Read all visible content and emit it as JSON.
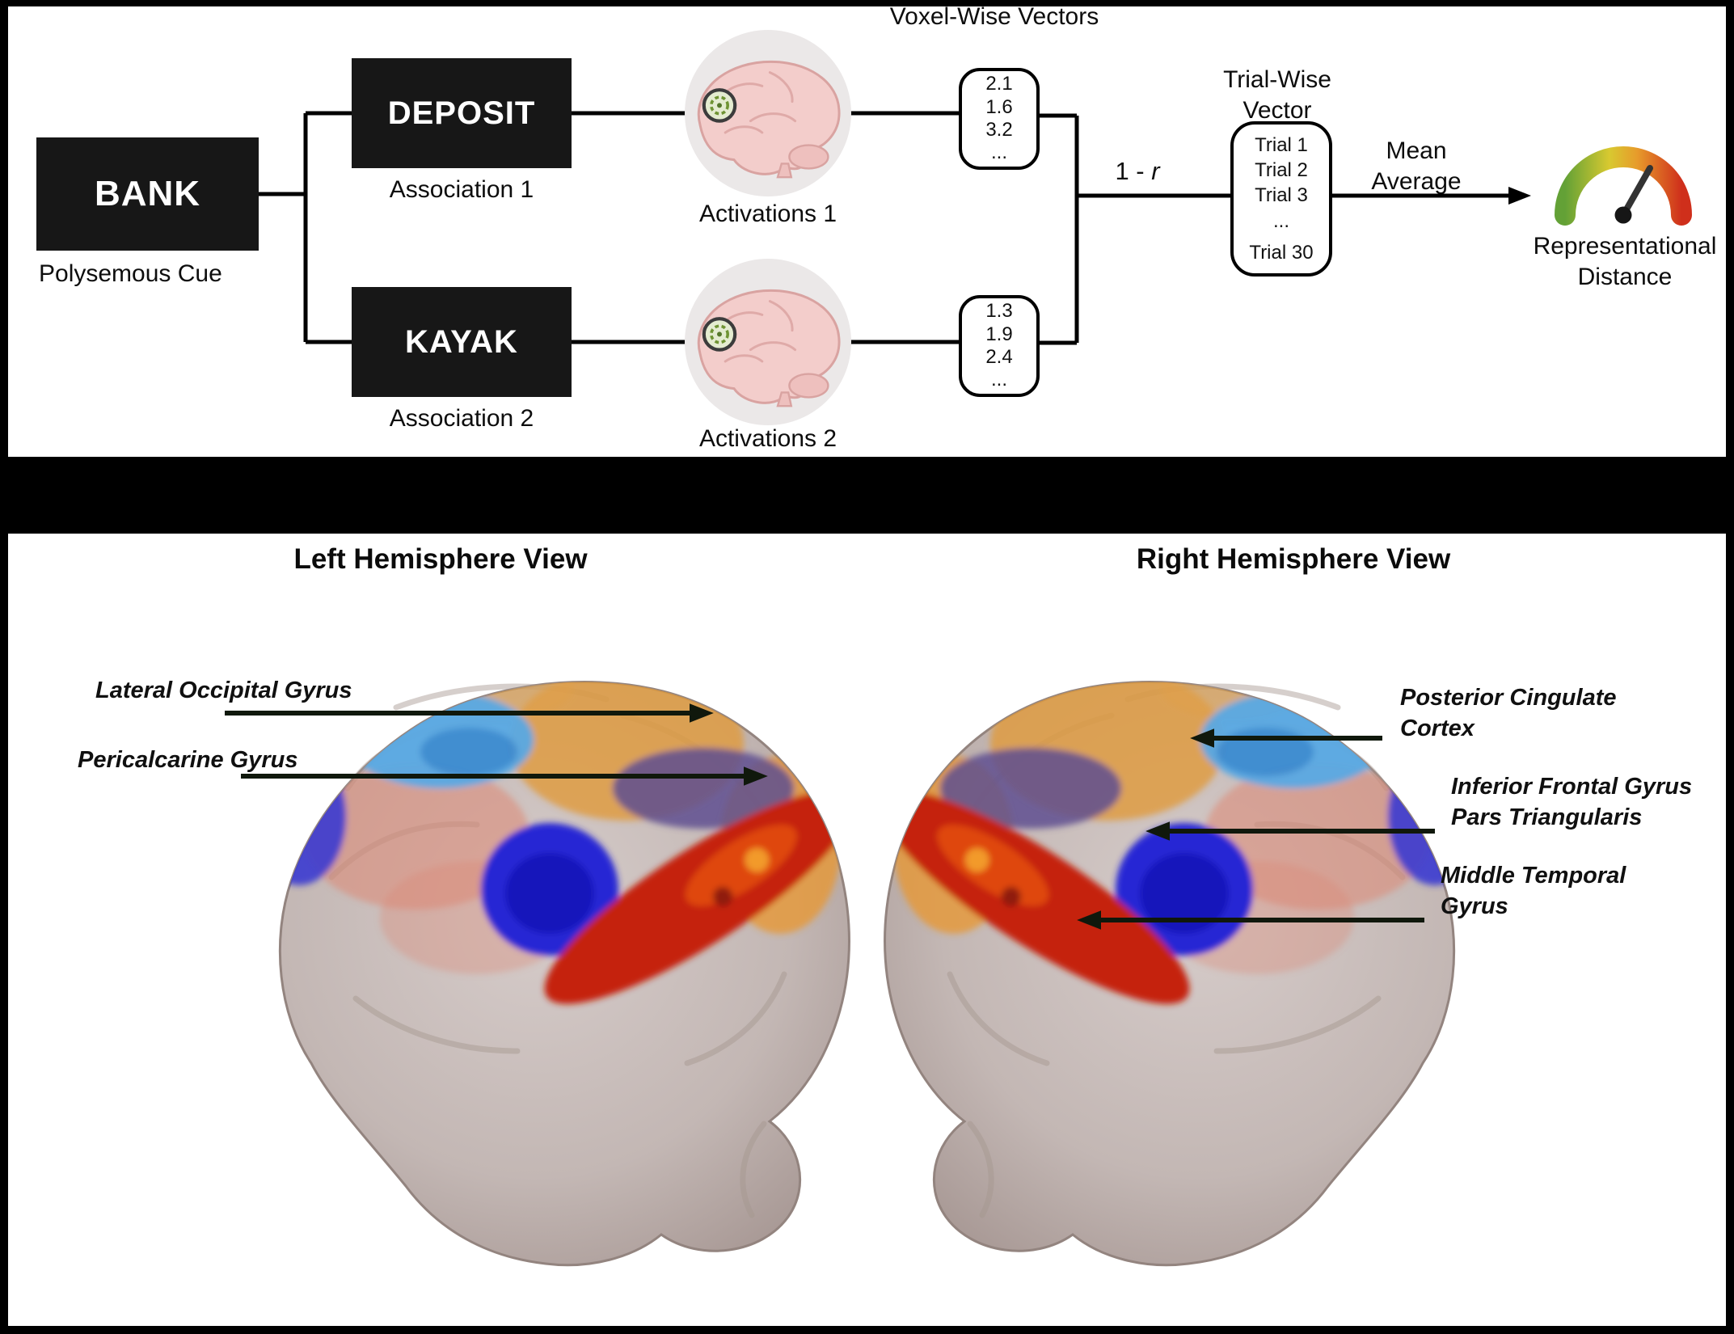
{
  "workflow": {
    "cue_label": "BANK",
    "cue_caption": "Polysemous Cue",
    "assoc1_label": "DEPOSIT",
    "assoc1_caption": "Association 1",
    "assoc2_label": "KAYAK",
    "assoc2_caption": "Association 2",
    "activations1_caption": "Activations 1",
    "activations2_caption": "Activations 2",
    "voxel_title": "Voxel-Wise Vectors",
    "vector1": [
      "2.1",
      "1.6",
      "3.2",
      "..."
    ],
    "vector2": [
      "1.3",
      "1.9",
      "2.4",
      "..."
    ],
    "corr_prefix": "1 - ",
    "corr_r": "r",
    "trial_title": "Trial-Wise Vector",
    "trials": [
      "Trial 1",
      "Trial 2",
      "Trial 3",
      "...",
      "Trial 30"
    ],
    "mean_label": "Mean Average",
    "gauge_caption": "Representational Distance"
  },
  "brain_views": {
    "left_title": "Left Hemisphere View",
    "right_title": "Right Hemisphere View",
    "left_labels": [
      "Lateral Occipital Gyrus",
      "Pericalcarine Gyrus"
    ],
    "right_labels": [
      "Posterior Cingulate Cortex",
      "Inferior Frontal Gyrus Pars Triangularis",
      "Middle Temporal Gyrus"
    ]
  },
  "colors": {
    "box_black": "#171717",
    "line_black": "#000000",
    "arrow_dark": "#10180c",
    "gauge_green": "#63a136",
    "gauge_yellow": "#d8c930",
    "gauge_orange": "#e79b2b",
    "gauge_red": "#cf2f1b",
    "region_orange": "#e09a3c",
    "region_light_blue": "#58a9e4",
    "region_purple": "#5f5090",
    "region_salmon": "#dd8672",
    "region_blue": "#2525d4",
    "region_red": "#c52310",
    "brain_gray": "#c3b7b4"
  }
}
